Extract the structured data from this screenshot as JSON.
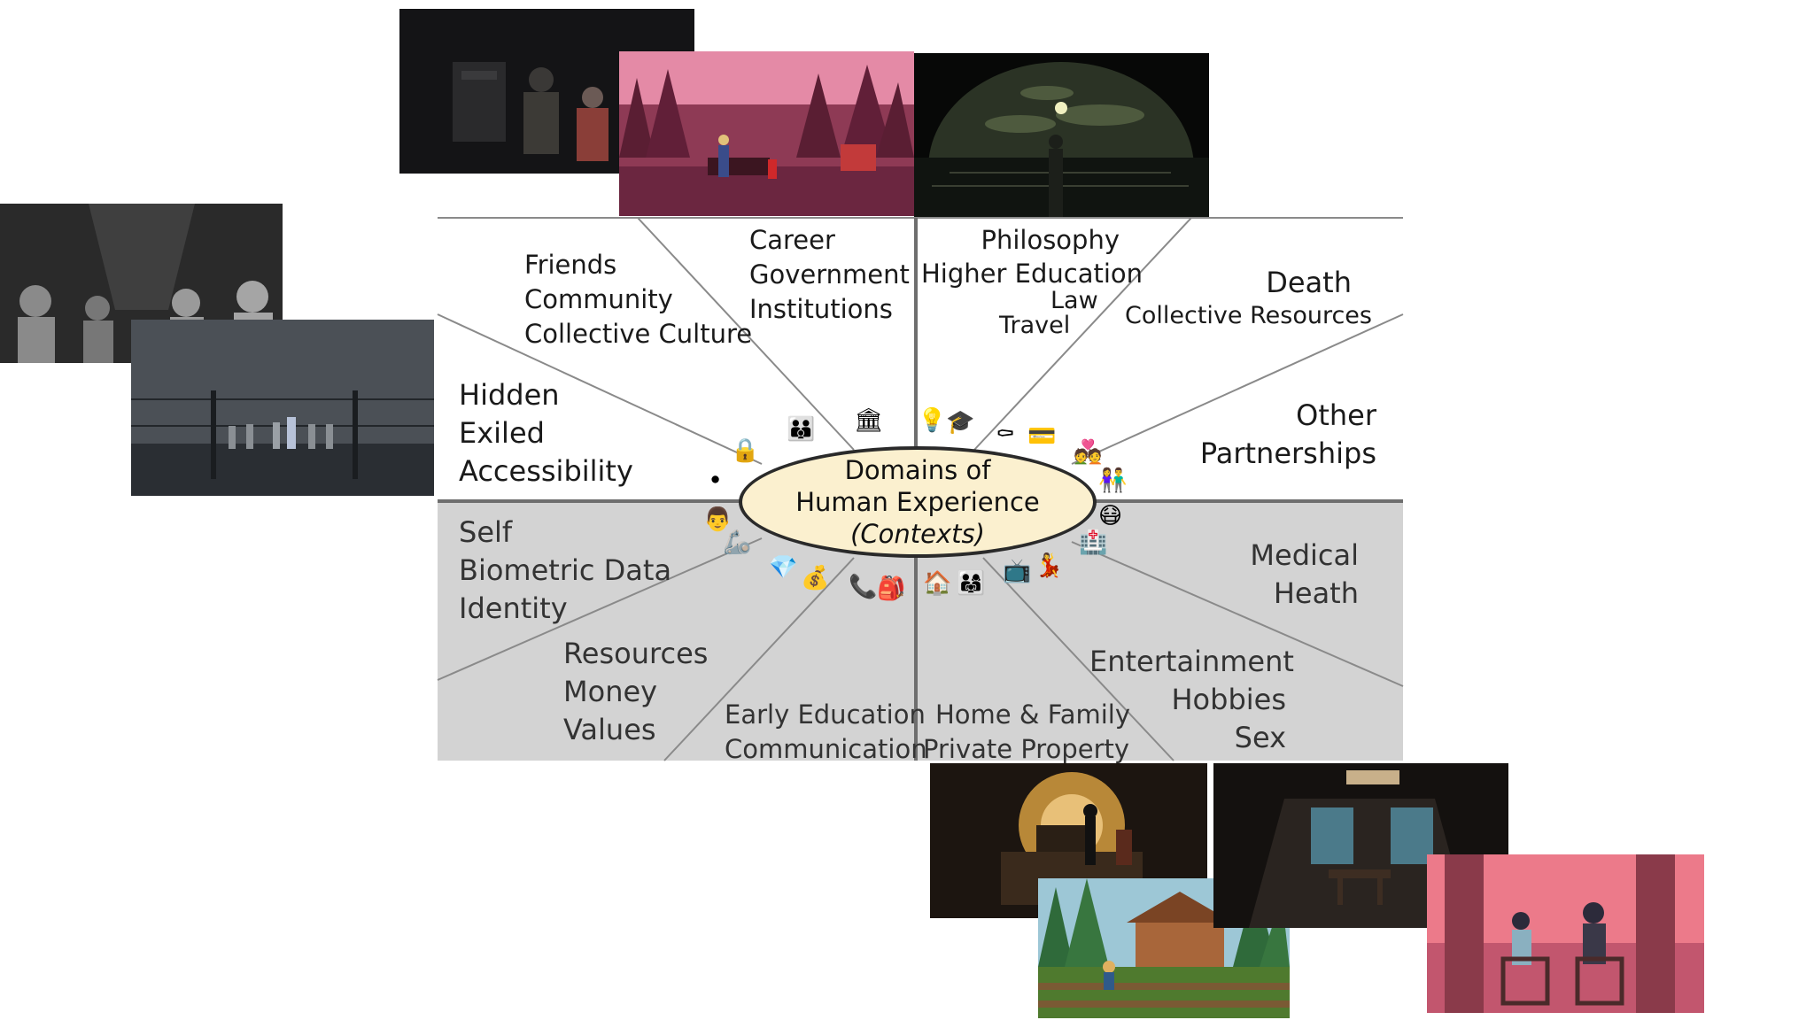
{
  "center": {
    "line1": "Domains of",
    "line2": "Human Experience",
    "line3": "(Contexts)"
  },
  "domains": {
    "friends": [
      "Friends",
      "Community",
      "Collective Culture"
    ],
    "career": [
      "Career",
      "Government",
      "Institutions"
    ],
    "philosophy": [
      "Philosophy",
      "Higher Education",
      "Law",
      "Travel"
    ],
    "death": [
      "Death",
      "Collective Resources"
    ],
    "other": [
      "Other",
      "Partnerships"
    ],
    "hidden": [
      "Hidden",
      "Exiled",
      "Accessibility"
    ],
    "self": [
      "Self",
      "Biometric Data",
      "Identity"
    ],
    "resources": [
      "Resources",
      "Money",
      "Values"
    ],
    "early": [
      "Early Education",
      "Communication"
    ],
    "home": [
      "Home & Family",
      "Private Property"
    ],
    "medical": [
      "Medical",
      "Heath"
    ],
    "entertainment": [
      "Entertainment",
      "Hobbies",
      "Sex"
    ]
  },
  "colors": {
    "top_area": "#ffffff",
    "bottom_area": "#d3d3d3",
    "divider": "#7a7a7a",
    "center_fill": "#fbf0cf"
  },
  "icons": {
    "lock": "🔒",
    "people": "👪",
    "government": "🏛",
    "idea": "💡",
    "graduation": "🎓",
    "coffin": "⚰",
    "card": "💳",
    "couple": "💑",
    "group": "👫",
    "hole": "⚫",
    "person": "👨",
    "prosthetic": "🦾",
    "gem": "💎",
    "moneybag": "💰",
    "phone": "📞",
    "backpack": "🎒",
    "house": "🏠",
    "family": "👨‍👩‍👧",
    "tv": "📺",
    "dancer": "💃",
    "mask": "😷",
    "hospital": "🏥"
  }
}
